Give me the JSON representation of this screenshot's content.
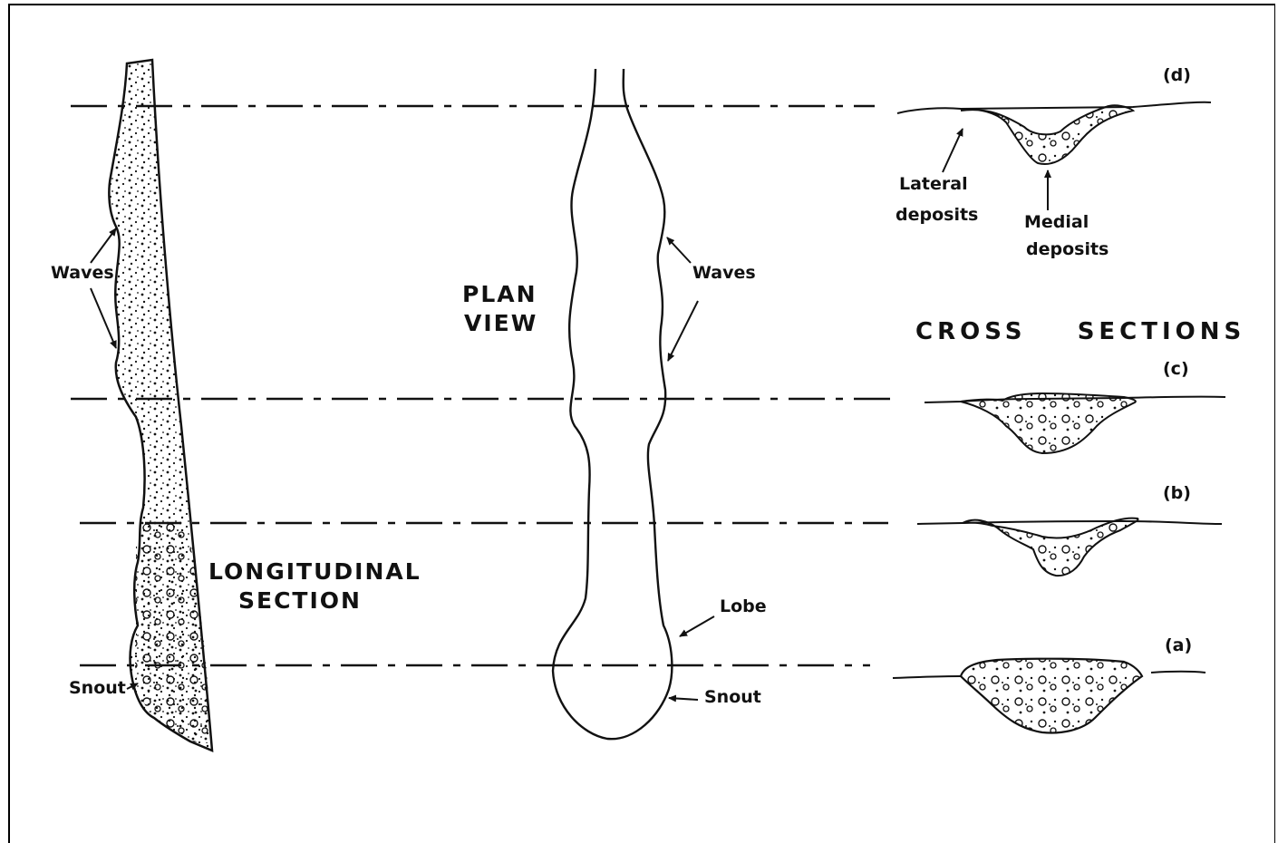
{
  "labels": {
    "longitudinal_line1": "LONGITUDINAL",
    "longitudinal_line2": "SECTION",
    "plan_line1": "PLAN",
    "plan_line2": "VIEW",
    "cross_sections": "CROSS    SECTIONS",
    "waves_left": "Waves",
    "waves_plan": "Waves",
    "snout_left": "Snout",
    "snout_plan": "Snout",
    "lobe": "Lobe",
    "lateral_line1": "Lateral",
    "lateral_line2": "deposits",
    "medial_line1": "Medial",
    "medial_line2": "deposits",
    "section_a": "(a)",
    "section_b": "(b)",
    "section_c": "(c)",
    "section_d": "(d)"
  },
  "colors": {
    "ink": "#111111",
    "background": "#ffffff"
  }
}
